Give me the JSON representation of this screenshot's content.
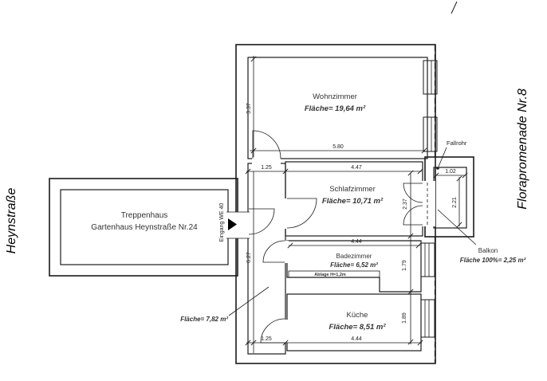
{
  "drawing": {
    "streets": {
      "left": "Heynstraße",
      "right": "Florapromenade Nr.8"
    },
    "rooms": {
      "wohnzimmer": {
        "name": "Wohnzimmer",
        "area": "Fläche= 19,64 m²"
      },
      "schlafzimmer": {
        "name": "Schlafzimmer",
        "area": "Fläche= 10,71 m²"
      },
      "badezimmer": {
        "name": "Badezimmer",
        "area": "Fläche= 6,52 m²",
        "ablage": "Ablage H=1,2m"
      },
      "kueche": {
        "name": "Küche",
        "area": "Fläche= 8,51 m²"
      },
      "flur": {
        "area": "Fläche= 7,82 m²"
      },
      "balkon": {
        "name": "Balkon",
        "area": "Fläche 100%= 2,25 m²"
      },
      "treppenhaus": {
        "line1": "Treppenhaus",
        "line2": "Gartenhaus Heynstraße Nr.24"
      }
    },
    "annotations": {
      "fallrohr": "Fallrohr",
      "eingang": "Eingang WE 40"
    },
    "dims": {
      "wohnzimmer_h": "3.37",
      "wohnzimmer_w": "5.80",
      "flur_w_top": "1.25",
      "flur_w_bottom": "1.25",
      "flur_h": "6.27",
      "schlafzimmer_w": "4.47",
      "schlafzimmer_h": "2.37",
      "bad_w": "4.44",
      "bad_h": "1.79",
      "kueche_w": "4.44",
      "kueche_h": "1.89",
      "balkon_w": "1.02",
      "balkon_h": "2.21"
    },
    "colors": {
      "wall": "#bdbdbd",
      "room_cream": "#fdeedd",
      "flur": "#f5a95c",
      "bad": "#5de2e8",
      "kueche": "#d4b478",
      "balkon": "#f5a0a0",
      "white": "#ffffff"
    }
  }
}
